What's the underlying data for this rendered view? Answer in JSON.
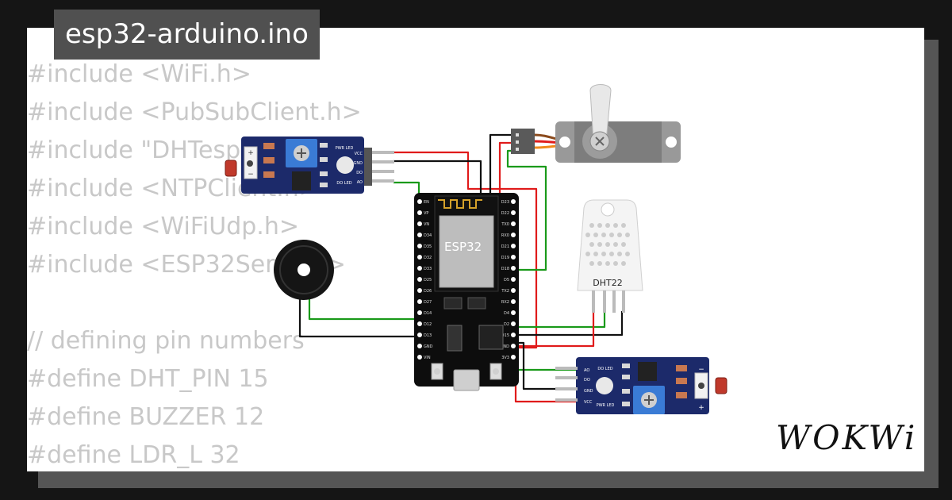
{
  "project": {
    "filename": "esp32-arduino.ino"
  },
  "code_lines": [
    "#include <WiFi.h>",
    "#include <PubSubClient.h>",
    "#include \"DHTesp.h\"",
    "#include <NTPClient.h>",
    "#include <WiFiUdp.h>",
    "#include <ESP32Servo.h>",
    "",
    "// defining pin numbers",
    "#define DHT_PIN 15",
    "#define BUZZER 12",
    "#define LDR_L 32"
  ],
  "components": {
    "esp32_label": "ESP32",
    "dht22_label": "DHT22",
    "ldr_top": {
      "pins": [
        "VCC",
        "GND",
        "DO",
        "AO"
      ],
      "leds": [
        "PWR LED",
        "DO LED"
      ]
    },
    "ldr_bottom": {
      "pins": [
        "AO",
        "DO",
        "GND",
        "VCC"
      ],
      "leds": [
        "DO LED",
        "PWR LED"
      ]
    },
    "esp32_left_pins": [
      "EN",
      "VP",
      "VN",
      "D34",
      "D35",
      "D32",
      "D33",
      "D25",
      "D26",
      "D27",
      "D14",
      "D12",
      "D13",
      "GND",
      "VIN"
    ],
    "esp32_right_pins": [
      "D23",
      "D22",
      "TX0",
      "RX0",
      "D21",
      "D19",
      "D18",
      "D5",
      "TX2",
      "RX2",
      "D4",
      "D2",
      "D15",
      "GND",
      "3V3"
    ]
  },
  "wire_colors": {
    "red": "#e01b1b",
    "black": "#111111",
    "green": "#1a9a1a",
    "orange": "#f08a1c",
    "brown": "#8b4a1c"
  },
  "brand": {
    "name": "WOKWi"
  }
}
